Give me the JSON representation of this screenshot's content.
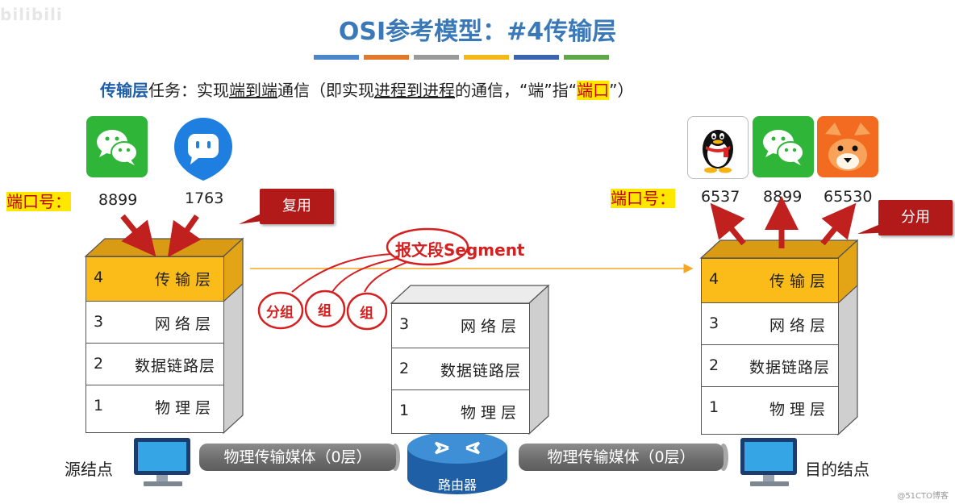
{
  "watermark": "bilibili",
  "title": "OSI参考模型：#4传输层",
  "title_bar_colors": [
    "#4a86c8",
    "#e07a2a",
    "#9a9a9a",
    "#f2b81c",
    "#3b63b0",
    "#5fa84a"
  ],
  "task": {
    "kw": "传输层",
    "t1": "任务：实现",
    "u1": "端到端",
    "t2": "通信（即实现",
    "u2": "进程到进程",
    "t3": "的通信，“端”指“",
    "hl": "端口",
    "t4": "”）"
  },
  "left": {
    "port_label": "端口号：",
    "ports": [
      "8899",
      "1763"
    ],
    "apps": [
      "wechat-icon",
      "chat-bubble-app-icon"
    ],
    "callout": "复用"
  },
  "right": {
    "port_label": "端口号：",
    "ports": [
      "6537",
      "8899",
      "65530"
    ],
    "apps": [
      "qq-penguin-icon",
      "wechat-icon",
      "fox-app-icon"
    ],
    "callout": "分用"
  },
  "stack_left": [
    {
      "num": "4",
      "label": "传输层"
    },
    {
      "num": "3",
      "label": "网络层"
    },
    {
      "num": "2",
      "label": "数据链路层"
    },
    {
      "num": "1",
      "label": "物理层"
    }
  ],
  "stack_middle": [
    {
      "num": "3",
      "label": "网络层"
    },
    {
      "num": "2",
      "label": "数据链路层"
    },
    {
      "num": "1",
      "label": "物理层"
    }
  ],
  "stack_right": [
    {
      "num": "4",
      "label": "传输层"
    },
    {
      "num": "3",
      "label": "网络层"
    },
    {
      "num": "2",
      "label": "数据链路层"
    },
    {
      "num": "1",
      "label": "物理层"
    }
  ],
  "segment_note": {
    "cn": "报文段",
    "en": "Segment"
  },
  "handwritten_notes": [
    "分组",
    "组",
    "组"
  ],
  "bottom": {
    "source_node": "源结点",
    "dest_node": "目的结点",
    "medium_left": "物理传输媒体（0层）",
    "medium_right": "物理传输媒体（0层）",
    "router": "路由器"
  },
  "colors": {
    "highlight_layer": "#fbbc19",
    "callout": "#b21a1a",
    "arrow": "#c0201e",
    "title": "#3a78b8"
  },
  "corner_mark": "@51CTO博客"
}
